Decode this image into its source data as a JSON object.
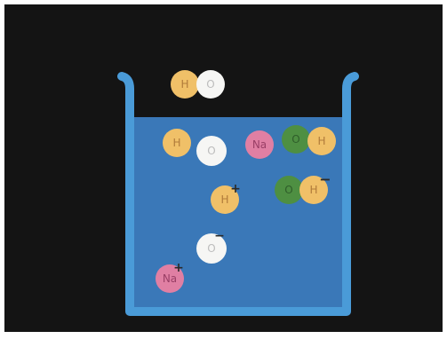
{
  "colors": {
    "frame": "#ffffff",
    "background": "#141414",
    "beaker_wall": "#4a9bd8",
    "water": "#3a78b8",
    "hydrogen": "#f0c068",
    "oxygen": "#f6f6f4",
    "sodium": "#e07fa3",
    "oxygen_green": "#4e8f42",
    "label": "#b07a3a",
    "label_light": "#bdbdbd",
    "charge": "#2a2a2a"
  },
  "atoms": [
    {
      "id": "h-above",
      "element": "hydrogen",
      "label": "H",
      "charge": ""
    },
    {
      "id": "o-above",
      "element": "oxygen",
      "label": "O",
      "charge": ""
    },
    {
      "id": "h-left",
      "element": "hydrogen",
      "label": "H",
      "charge": ""
    },
    {
      "id": "o-left",
      "element": "oxygen",
      "label": "O",
      "charge": ""
    },
    {
      "id": "na",
      "element": "sodium",
      "label": "Na",
      "charge": ""
    },
    {
      "id": "o-green-1",
      "element": "oxygen_green",
      "label": "O",
      "charge": ""
    },
    {
      "id": "h-right-1",
      "element": "hydrogen",
      "label": "H",
      "charge": ""
    },
    {
      "id": "h-plus",
      "element": "hydrogen",
      "label": "H",
      "charge": "+"
    },
    {
      "id": "o-green-2",
      "element": "oxygen_green",
      "label": "O",
      "charge": ""
    },
    {
      "id": "h-right-2",
      "element": "hydrogen",
      "label": "H",
      "charge": "−"
    },
    {
      "id": "o-minus",
      "element": "oxygen",
      "label": "O",
      "charge": "−"
    },
    {
      "id": "na-plus",
      "element": "sodium",
      "label": "Na",
      "charge": "+"
    }
  ]
}
